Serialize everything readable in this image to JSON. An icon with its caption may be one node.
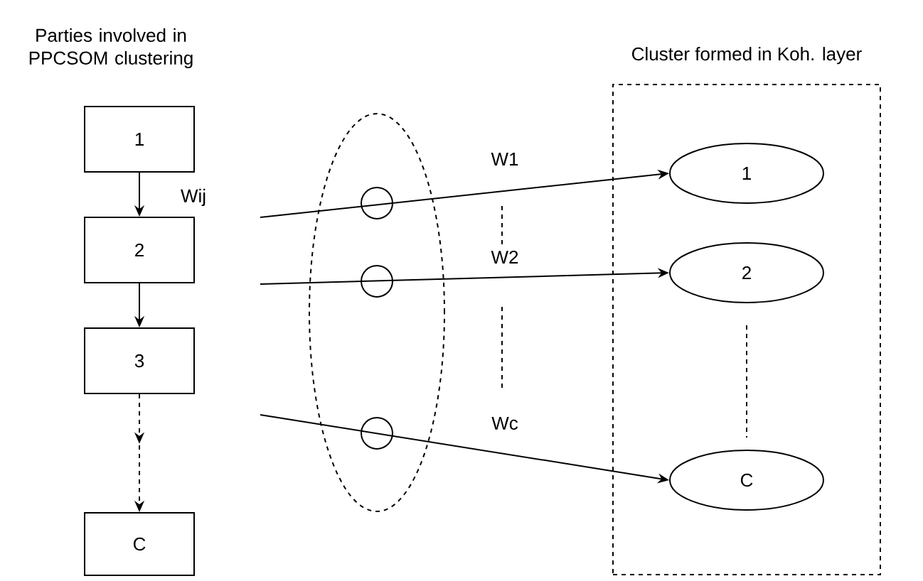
{
  "diagram": {
    "nodes": [
      {
        "text": [
          "1"
        ]
      },
      {
        "text": [
          "2"
        ]
      },
      {
        "text": [
          "3"
        ]
      },
      {
        "text": [
          "C"
        ]
      },
      {
        "text": [],
        "shape": "ellipse"
      },
      {
        "text": [],
        "shape": "circle",
        "in": 4
      },
      {
        "text": [],
        "shape": "circle",
        "in": 4
      },
      {
        "text": [],
        "shape": "circle",
        "in": 4
      },
      {
        "text": [
          "Cluster formed in Koh. layer"
        ]
      },
      {
        "text": [
          "1"
        ],
        "in": 8
      },
      {
        "text": [
          "2"
        ],
        "in": 8
      },
      {
        "text": [
          "C"
        ],
        "in": 8
      }
    ],
    "edges": [
      {
        "from": 0,
        "to": 1,
        "arrow": "to",
        "label": "Wij"
      },
      {
        "from": 1,
        "to": 2,
        "arrow": "to"
      },
      {
        "from": 2,
        "to": 3,
        "arrow": "to",
        "style": "dashed"
      },
      {
        "from": null,
        "to": 9,
        "arrow": "to",
        "label": "W1"
      },
      {
        "from": null,
        "to": 10,
        "arrow": "to",
        "label": "W2"
      },
      {
        "from": null,
        "to": 11,
        "arrow": "to",
        "label": "Wc"
      }
    ],
    "labels": [
      "Parties involved in PPCSOM clustering"
    ]
  }
}
